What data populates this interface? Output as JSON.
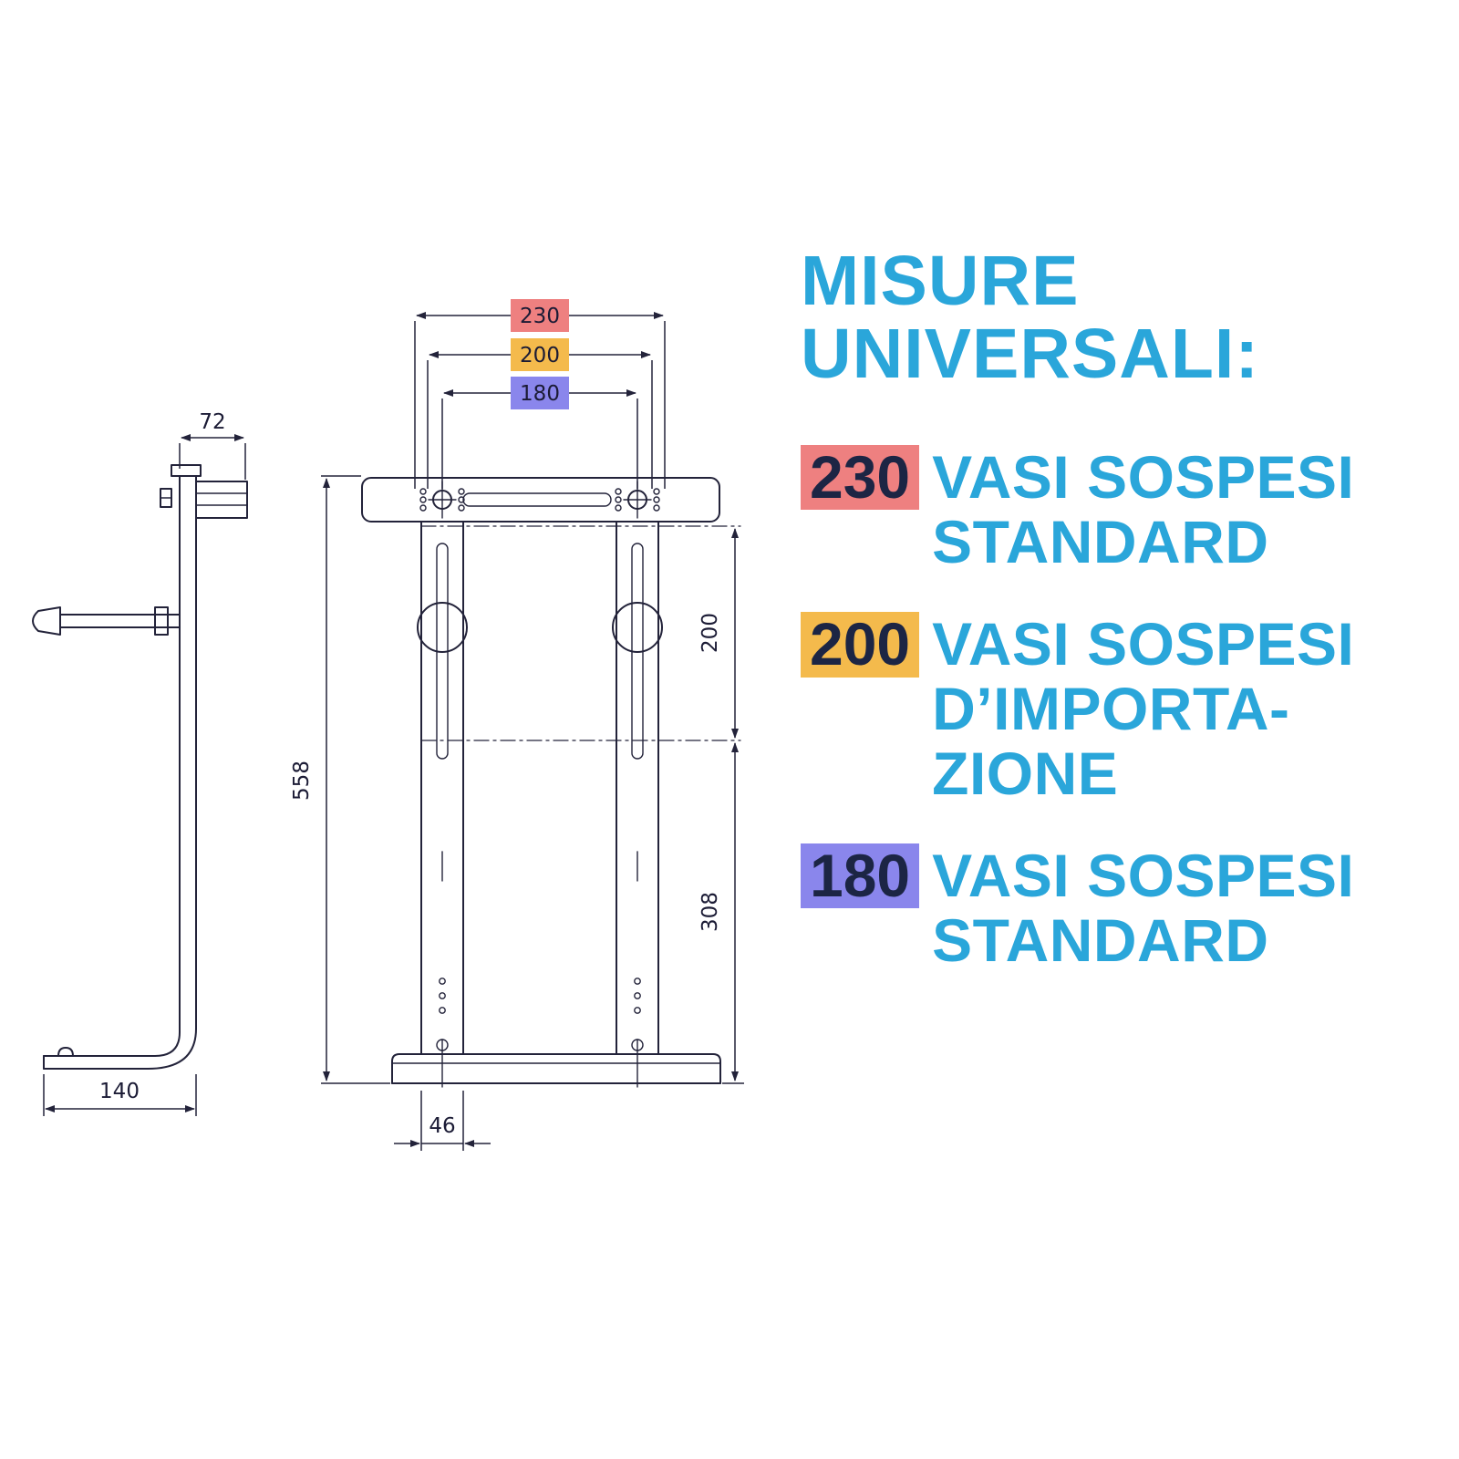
{
  "title_lines": [
    "MISURE",
    "UNIVERSALI:"
  ],
  "legend": [
    {
      "value": "230",
      "color": "#ee8080",
      "lines": [
        "VASI SOSPESI",
        "STANDARD"
      ]
    },
    {
      "value": "200",
      "color": "#f4ba4c",
      "lines": [
        "VASI SOSPESI",
        "D’IMPORTA-",
        "ZIONE"
      ]
    },
    {
      "value": "180",
      "color": "#8a86ec",
      "lines": [
        "VASI SOSPESI",
        "STANDARD"
      ]
    }
  ],
  "diagram": {
    "front": {
      "width_230": "230",
      "width_200": "200",
      "width_180": "180",
      "height_558": "558",
      "span_200": "200",
      "span_308": "308",
      "foot_46": "46"
    },
    "side": {
      "top_72": "72",
      "depth_140": "140"
    }
  },
  "colors": {
    "accent_cyan": "#2aa6da",
    "drawing_line": "#23233a",
    "badge_230": "#ee8080",
    "badge_200": "#f4ba4c",
    "badge_180": "#8a86ec",
    "badge_text": "#1c2544",
    "background": "#ffffff"
  }
}
